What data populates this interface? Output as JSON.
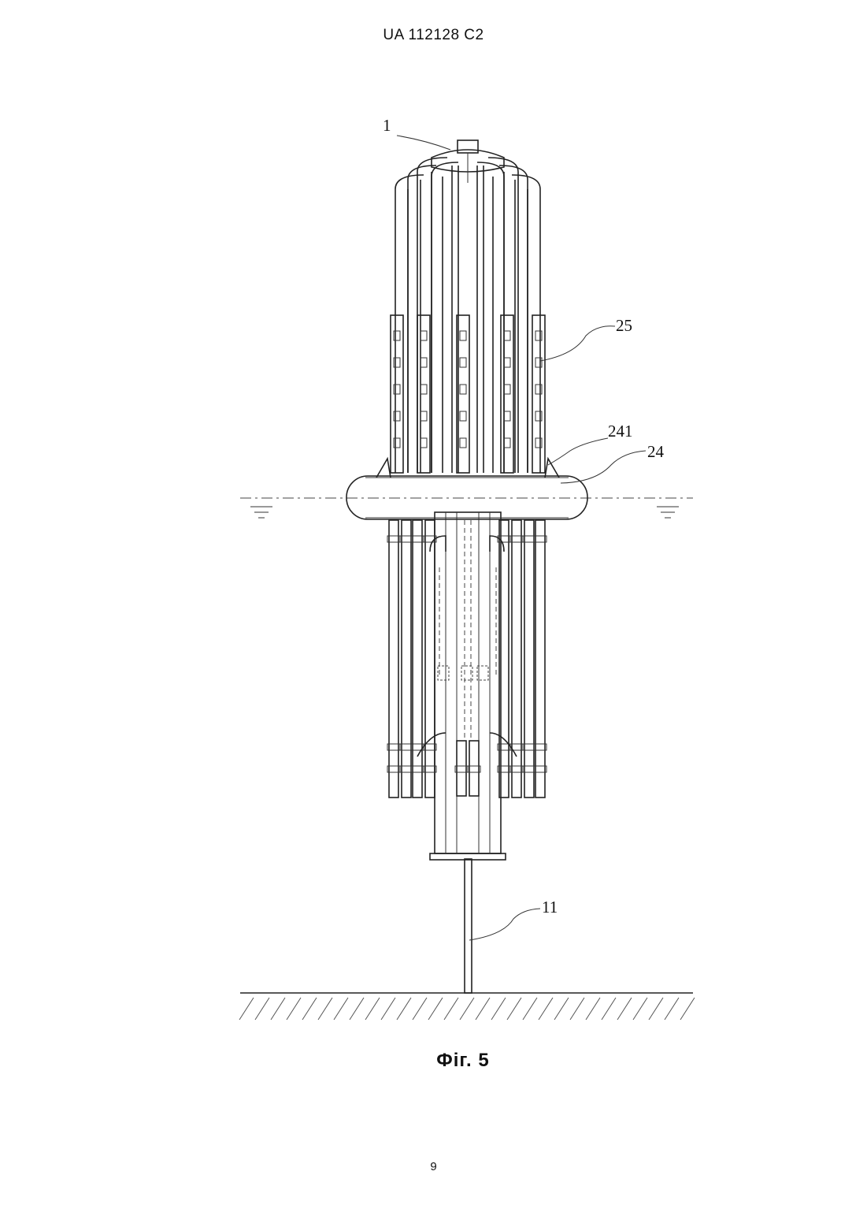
{
  "header": {
    "text": "UA   112128   C2"
  },
  "figure": {
    "caption": "Фіг. 5",
    "labels": [
      {
        "id": "label-1",
        "text": "1"
      },
      {
        "id": "label-25",
        "text": "25"
      },
      {
        "id": "label-241",
        "text": "241"
      },
      {
        "id": "label-24",
        "text": "24"
      },
      {
        "id": "label-11",
        "text": "11"
      }
    ]
  },
  "footer": {
    "page_number": "9"
  }
}
